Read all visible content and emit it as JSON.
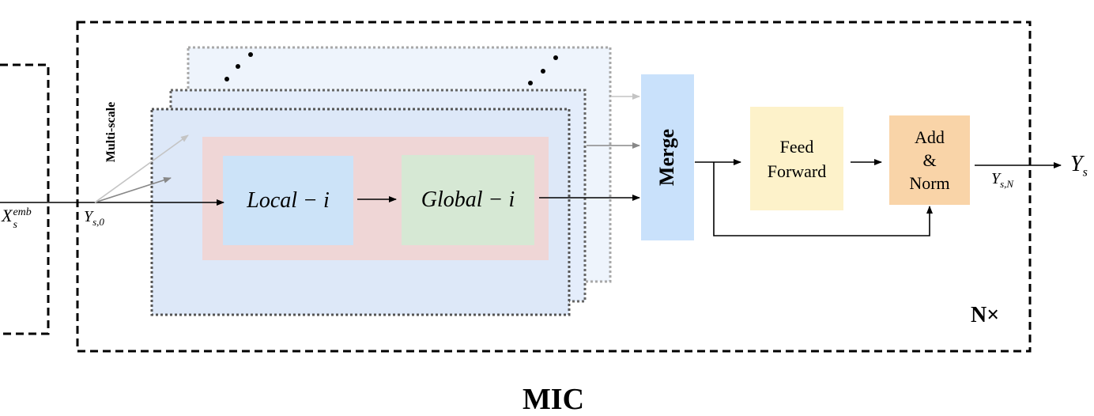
{
  "diagram": {
    "caption": "MIC",
    "repeat_label": "N×",
    "multiscale_label": "Multi-scale",
    "input_label": {
      "base": "X",
      "sub": "s",
      "sup": "emb"
    },
    "y0_label": {
      "base": "Y",
      "sub": "s,0"
    },
    "yN_label": {
      "base": "Y",
      "sub": "s,N"
    },
    "output_label": {
      "base": "Y",
      "sub": "s"
    },
    "local_label": "Local − i",
    "global_label": "Global − i",
    "merge_label": "Merge",
    "feedforward_label": [
      "Feed",
      "Forward"
    ],
    "addnorm_label": [
      "Add",
      "&",
      "Norm"
    ],
    "colors": {
      "local_fill": "#cce3f8",
      "global_fill": "#d6e8d4",
      "inner_fill": "#efd6d6",
      "scale_fill": "#dde8f8",
      "merge_fill": "#c9e1fb",
      "feedforward_fill": "#fdf2ca",
      "addnorm_fill": "#f9d4a8"
    }
  }
}
